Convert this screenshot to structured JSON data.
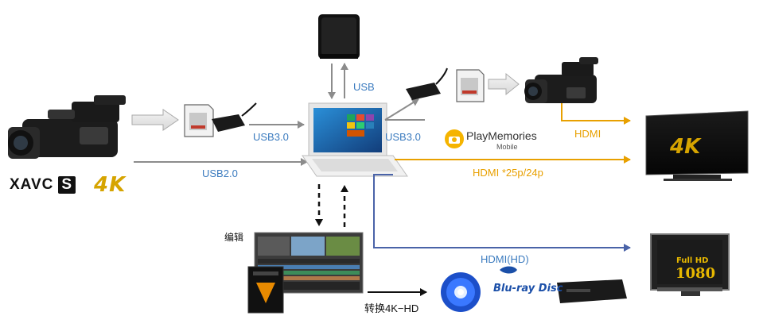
{
  "logos": {
    "xavc": "XAVC",
    "xavc_s": "S",
    "k4": "4K",
    "tv_4k": "4K",
    "playmemories_title": "PlayMemories",
    "playmemories_sub": "Mobile",
    "bluray": "Blu-ray Disc",
    "full_hd": "Full HD",
    "hd_1080": "1080"
  },
  "labels": {
    "usb": "USB",
    "usb30_left": "USB3.0",
    "usb20": "USB2.0",
    "usb30_right": "USB3.0",
    "hdmi": "HDMI",
    "hdmi_25p": "HDMI *25p/24p",
    "hdmi_hd": "HDMI(HD)",
    "edit": "编辑",
    "convert": "转换4K−HD"
  },
  "colors": {
    "blue": "#3b7bbf",
    "orange": "#e8a000",
    "gray_arrow": "#8c8c8c",
    "nav_blue": "#4a63a8",
    "black": "#111111"
  }
}
